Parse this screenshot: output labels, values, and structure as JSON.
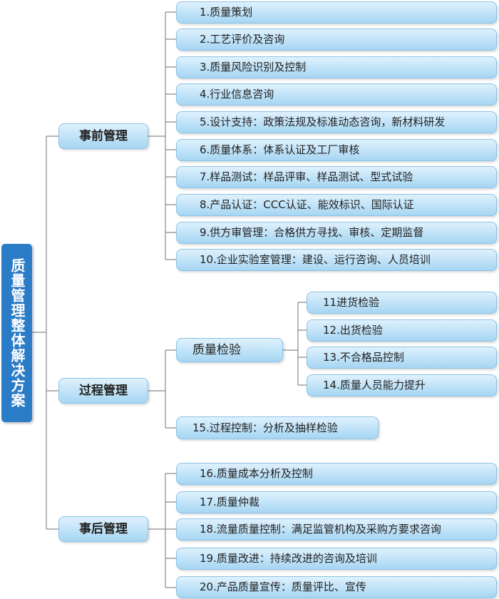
{
  "root": {
    "label": "质量管理整体解决方案"
  },
  "colors": {
    "root_fill": "#2a7cc7",
    "node_fill_top": "#dff1fd",
    "node_fill_bottom": "#a6d6f3",
    "line": "#8a8a8a"
  },
  "branches": [
    {
      "label": "事前管理",
      "items": [
        "1.质量策划",
        "2.工艺评价及咨询",
        "3.质量风险识别及控制",
        "4.行业信息咨询",
        "5.设计支持：政策法规及标准动态咨询，新材料研发",
        "6.质量体系：体系认证及工厂审核",
        "7.样品测试：样品评审、样品测试、型式试验",
        "8.产品认证：CCC认证、能效标识、国际认证",
        "9.供方审管理：合格供方寻找、审核、定期监督",
        "10.企业实验室管理：建设、运行咨询、人员培训"
      ]
    },
    {
      "label": "过程管理",
      "sub": {
        "label": "质量检验",
        "items": [
          "11进货检验",
          "12.出货检验",
          "13.不合格品控制",
          "14.质量人员能力提升"
        ]
      },
      "items": [
        "15.过程控制：分析及抽样检验"
      ]
    },
    {
      "label": "事后管理",
      "items": [
        "16.质量成本分析及控制",
        "17.质量仲裁",
        "18.流量质量控制：满足监管机构及采购方要求咨询",
        "19.质量改进：持续改进的咨询及培训",
        "20.产品质量宣传：质量评比、宣传"
      ]
    }
  ]
}
